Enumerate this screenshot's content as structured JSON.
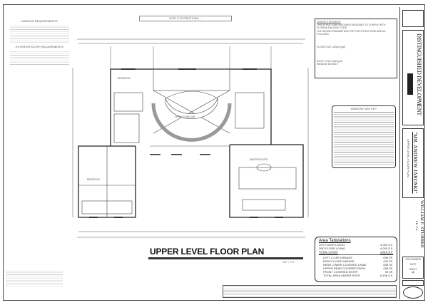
{
  "sheet_title": "UPPER LEVEL FLOOR PLAN",
  "scale_note": "1/8\" = 1'-0\"",
  "top_note": "NOTE: IT IS STRUCTURAL ...",
  "left_notes": {
    "window_heading": "WINDOW REQUIREMENTS",
    "door_heading": "EXTERIOR DOOR REQUIREMENTS"
  },
  "design_statement": {
    "heading": "DESIGN STATEMENT",
    "lines": [
      "THIS STRUCTURE HAS BEEN DESIGNED TO COMPLY WITH",
      "FLORIDA BUILDING CODE",
      "THE DESIGN PARAMETERS FOR THIS STRUCTURE ARE AS FOLLOWS:",
      "FLOOR LIVE LOADS (psf)",
      "ROOF LIVE LOAD (psf)",
      "WINDOW DESIGN"
    ]
  },
  "window_key": {
    "heading": "WINDOW SIZE KEY"
  },
  "area_tabulations": {
    "heading": "Area Tabulations",
    "rows": [
      {
        "label": "1ST FLOOR LIVING",
        "value": "3,780 S.F."
      },
      {
        "label": "2ND FLOOR LIVING",
        "value": "4,035 S.F."
      },
      {
        "label": "TOTAL LIVING",
        "value": "4,815 S.F."
      },
      {
        "label": "LEFT 2-CAR GARAGE",
        "value": "638 SF."
      },
      {
        "label": "RIGHT 2-CAR GARAGE",
        "value": "642 SF."
      },
      {
        "label": "REAR LOWER COVERED LANAI",
        "value": "838 SF."
      },
      {
        "label": "UPPER REAR COVERED PATIO",
        "value": "638 SF."
      },
      {
        "label": "FRONT COVERED ENTRY",
        "value": "90 SF."
      },
      {
        "label": "TOTAL AREA UNDER ROOF",
        "value": "8,198 S.F."
      }
    ]
  },
  "title_block": {
    "company": "DISTINGUISHED DEVELOPMENT",
    "client": "\"MR. ANDREW JAROSKI\"",
    "sheet_name": "UPPER LEVEL FLOOR PLAN",
    "engineer": "WILLIAM F. STUHRKE",
    "engineer_suffix": "P.E., P.A.",
    "job_label": "JOB NUMBER",
    "date_label": "DATE",
    "sheet_label": "SHEET",
    "sheet_number": "4"
  },
  "rooms": {
    "open_to_below": "OPEN TO BELOW",
    "bedroom": "BEDROOM",
    "master": "MASTER SUITE"
  }
}
